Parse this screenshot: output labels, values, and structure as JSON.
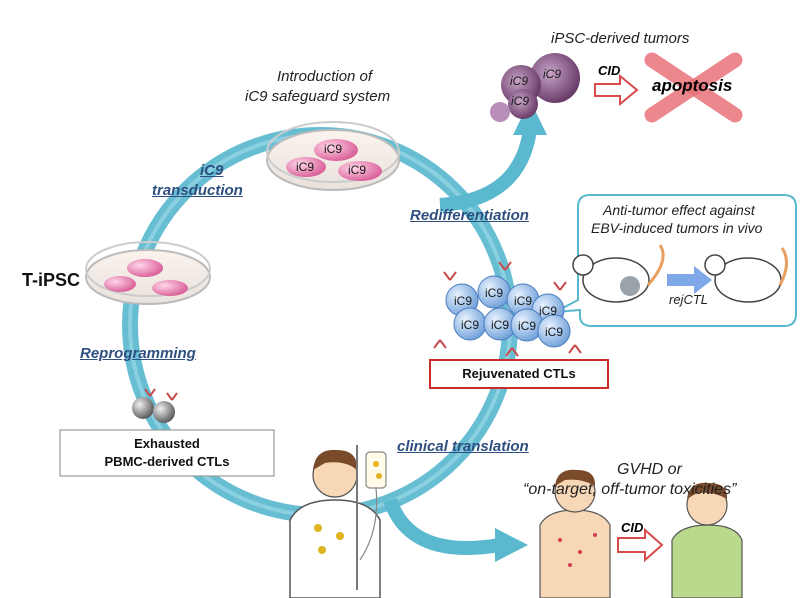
{
  "labels": {
    "intro_line1": "Introduction of",
    "intro_line2": "iC9 safeguard system",
    "tumors": "iPSC-derived tumors",
    "cid_top": "CID",
    "apoptosis": "apoptosis",
    "ic9": "iC9",
    "ic9_transduction_1": "iC9",
    "ic9_transduction_2": "transduction",
    "redifferentiation": "Redifferentiation",
    "antitumor_line1": "Anti-tumor effect against",
    "antitumor_line2": "EBV-induced tumors in vivo",
    "rejctl": "rejCTL",
    "tipsc": "T-iPSC",
    "reprogramming": "Reprogramming",
    "rejuvenated": "Rejuvenated CTLs",
    "exhausted_line1": "Exhausted",
    "exhausted_line2": "PBMC-derived CTLs",
    "clinical": "clinical translation",
    "gvhd_line1": "GVHD or",
    "gvhd_line2": "“on-target, off-tumor toxicities”",
    "cid_bottom": "CID"
  },
  "colors": {
    "cycle": "#5ab8cf",
    "step_text": "#2e4f7f",
    "cell_blue": "#8fb4e6",
    "cell_pink": "#e276a8",
    "tumor": "#7b4a7a",
    "cross": "#e8737a",
    "rejuvenated_border": "#cc2b2b"
  },
  "icons": [
    "cycle-arrow",
    "petri-dish",
    "tumor-mass",
    "cross-mark",
    "mouse",
    "patient",
    "iv-drip",
    "hollow-arrow"
  ]
}
